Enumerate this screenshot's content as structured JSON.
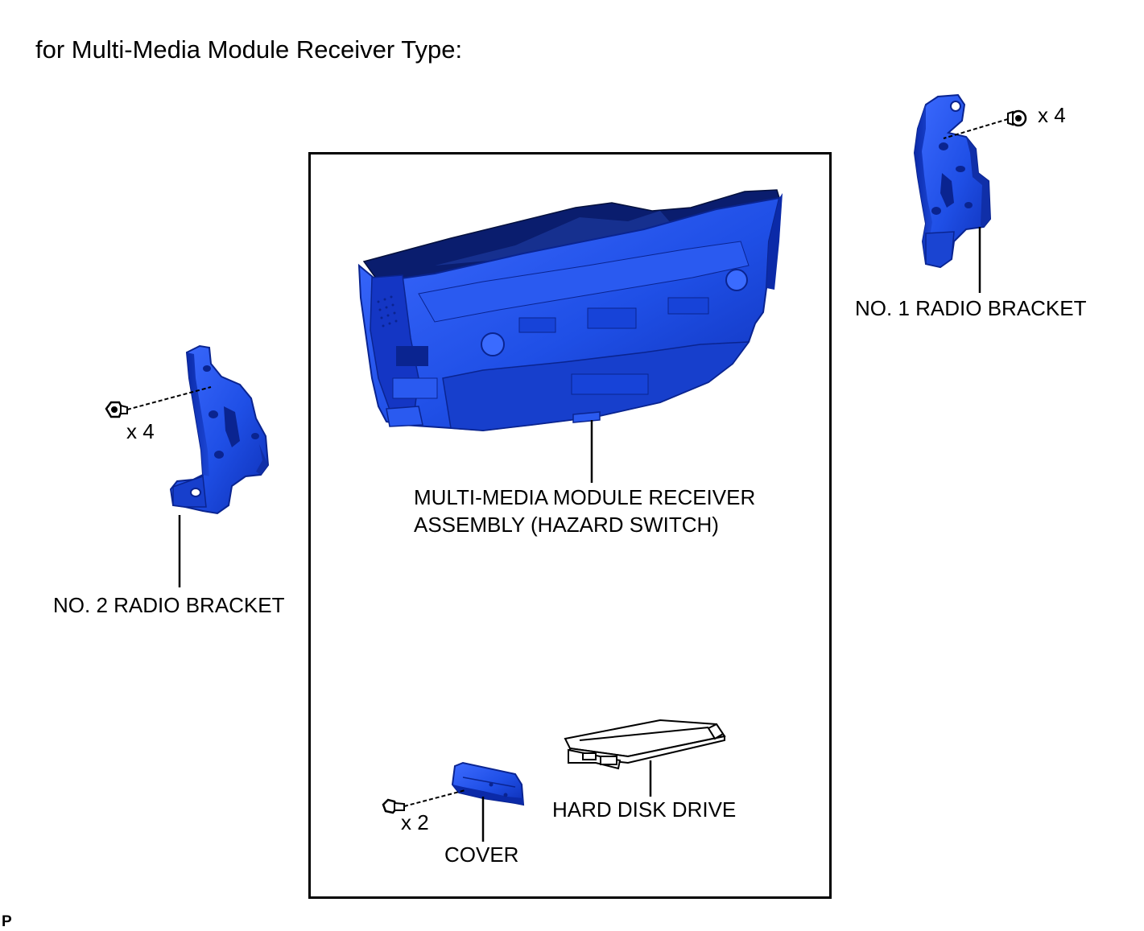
{
  "heading": "for Multi-Media Module Receiver Type:",
  "parts": {
    "no1_bracket": {
      "label": "NO. 1 RADIO BRACKET",
      "qty": "x 4"
    },
    "no2_bracket": {
      "label": "NO. 2 RADIO BRACKET",
      "qty": "x 4"
    },
    "receiver": {
      "label_line1": "MULTI-MEDIA MODULE RECEIVER",
      "label_line2": "ASSEMBLY (HAZARD SWITCH)"
    },
    "hard_disk": {
      "label": "HARD DISK DRIVE"
    },
    "cover": {
      "label": "COVER",
      "qty": "x 2"
    }
  },
  "corner_mark": "P",
  "colors": {
    "part_fill": "#1f4fe6",
    "part_dark": "#0b2aa8",
    "part_light": "#4a78ff",
    "line": "#000000"
  },
  "icons": [
    "bolt-icon",
    "bracket-icon",
    "receiver-icon",
    "hard-disk-icon",
    "cover-icon"
  ]
}
